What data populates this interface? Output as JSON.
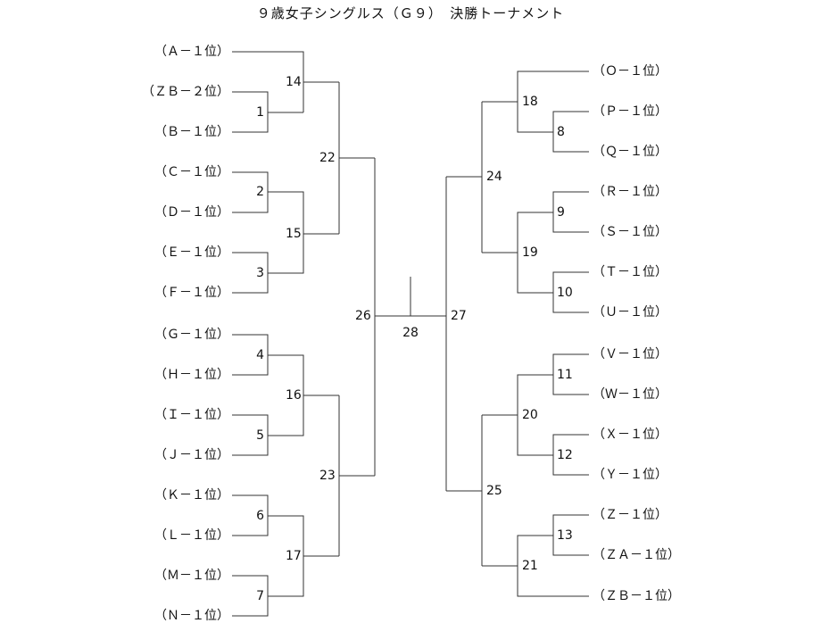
{
  "title": "９歳女子シングルス（Ｇ９）　決勝トーナメント",
  "left_seeds": [
    "（Ａ－１位）",
    "（ＺＢ－２位）",
    "（Ｂ－１位）",
    "（Ｃ－１位）",
    "（Ｄ－１位）",
    "（Ｅ－１位）",
    "（Ｆ－１位）",
    "（Ｇ－１位）",
    "（Ｈ－１位）",
    "（Ｉ－１位）",
    "（Ｊ－１位）",
    "（Ｋ－１位）",
    "（Ｌ－１位）",
    "（Ｍ－１位）",
    "（Ｎ－１位）"
  ],
  "right_seeds": [
    "（Ｏ－１位）",
    "（Ｐ－１位）",
    "（Ｑ－１位）",
    "（Ｒ－１位）",
    "（Ｓ－１位）",
    "（Ｔ－１位）",
    "（Ｕ－１位）",
    "（Ｖ－１位）",
    "（Ｗ－１位）",
    "（Ｘ－１位）",
    "（Ｙ－１位）",
    "（Ｚ－１位）",
    "（ＺＡ－１位）",
    "（ＺＢ－１位）"
  ],
  "match_numbers": {
    "m1": "1",
    "m2": "2",
    "m3": "3",
    "m4": "4",
    "m5": "5",
    "m6": "6",
    "m7": "7",
    "m8": "8",
    "m9": "9",
    "m10": "10",
    "m11": "11",
    "m12": "12",
    "m13": "13",
    "m14": "14",
    "m15": "15",
    "m16": "16",
    "m17": "17",
    "m18": "18",
    "m19": "19",
    "m20": "20",
    "m21": "21",
    "m22": "22",
    "m23": "23",
    "m24": "24",
    "m25": "25",
    "m26": "26",
    "m27": "27",
    "m28": "28"
  }
}
